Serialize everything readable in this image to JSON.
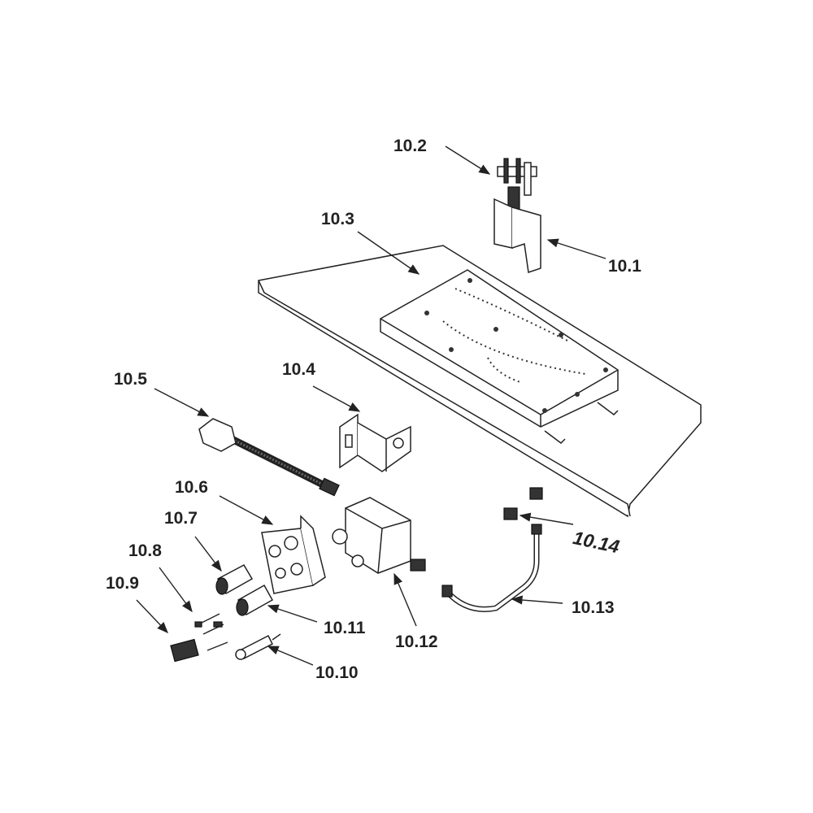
{
  "labels": {
    "p10_1": "10.1",
    "p10_2": "10.2",
    "p10_3": "10.3",
    "p10_4": "10.4",
    "p10_5": "10.5",
    "p10_6": "10.6",
    "p10_7": "10.7",
    "p10_8": "10.8",
    "p10_9": "10.9",
    "p10_10": "10.10",
    "p10_11": "10.11",
    "p10_12": "10.12",
    "p10_13": "10.13",
    "p10_14": "10.14"
  }
}
